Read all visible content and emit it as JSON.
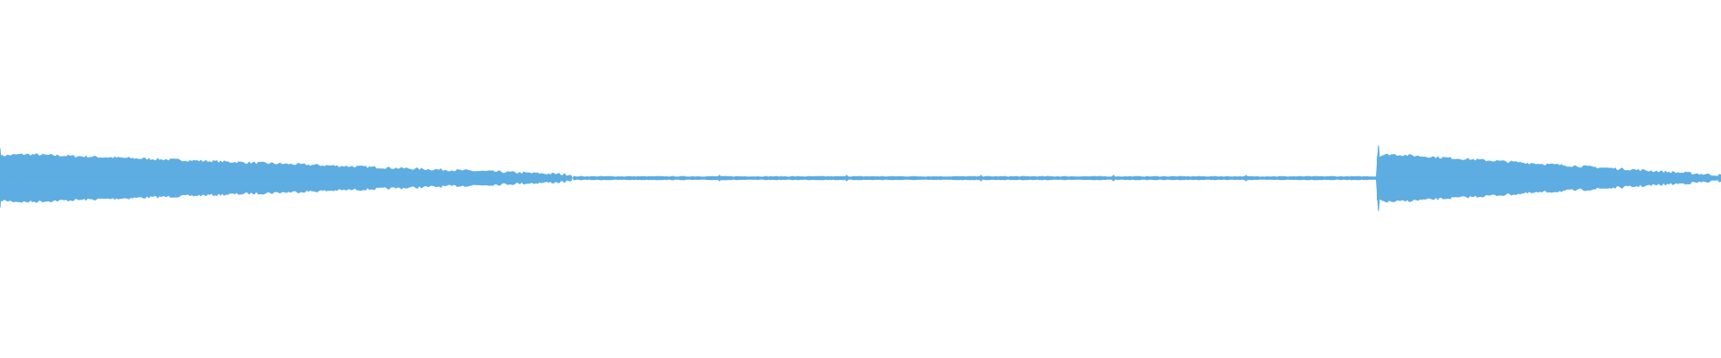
{
  "waveform": {
    "color": "#5dade2",
    "background": "#ffffff",
    "segments": [
      {
        "kind": "loud-decay",
        "start_fraction": 0.0,
        "end_fraction": 0.333,
        "peak_amplitude": 0.21,
        "end_amplitude": 0.03
      },
      {
        "kind": "near-silence",
        "start_fraction": 0.333,
        "end_fraction": 0.8,
        "amplitude": 0.004
      },
      {
        "kind": "loud-decay",
        "start_fraction": 0.8,
        "end_fraction": 1.0,
        "peak_amplitude": 0.21,
        "end_amplitude": 0.025
      }
    ],
    "transients": [
      {
        "position_fraction": 0.0,
        "amplitude": 0.22
      },
      {
        "position_fraction": 0.011,
        "amplitude": 0.05
      },
      {
        "position_fraction": 0.264,
        "amplitude": 0.04
      },
      {
        "position_fraction": 0.418,
        "amplitude": 0.02
      },
      {
        "position_fraction": 0.492,
        "amplitude": 0.02
      },
      {
        "position_fraction": 0.57,
        "amplitude": 0.02
      },
      {
        "position_fraction": 0.647,
        "amplitude": 0.02
      },
      {
        "position_fraction": 0.724,
        "amplitude": 0.02
      },
      {
        "position_fraction": 0.801,
        "amplitude": 0.24
      }
    ]
  }
}
